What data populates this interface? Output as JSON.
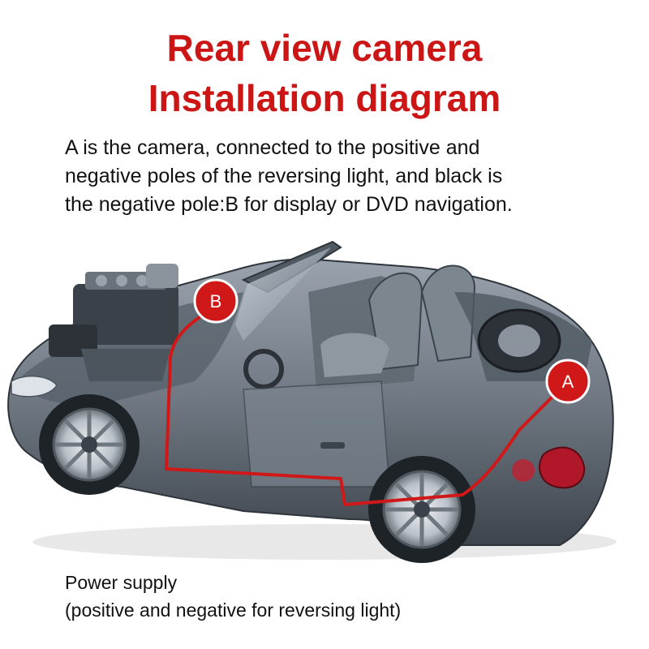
{
  "title": {
    "line1": "Rear view camera",
    "line2": "Installation diagram"
  },
  "description": {
    "line1": "A is the camera, connected to the positive and",
    "line2": "negative poles of the reversing light, and black is",
    "line3": "the negative pole:B for display or DVD navigation."
  },
  "markers": {
    "a_label": "A",
    "b_label": "B"
  },
  "footer": {
    "line1": "Power supply",
    "line2": "(positive and negative for reversing light)"
  },
  "colors": {
    "title": "#cc1515",
    "wire": "#d01818",
    "marker": "#d01818",
    "body_paint": "#6f7882"
  }
}
